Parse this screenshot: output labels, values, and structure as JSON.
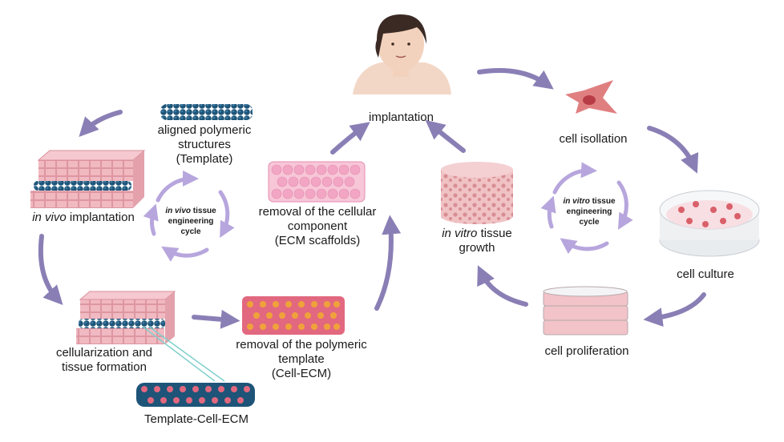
{
  "colors": {
    "arrow": "#8a7fb5",
    "cycle_arrow": "#b7a6dd",
    "tissue_pink": "#f1b9c1",
    "tissue_edge": "#d98e9b",
    "polymer_blue": "#1e5478",
    "ecm_pink": "#f2a6c3",
    "cell_red": "#d9606a",
    "orange_dot": "#f0a23a"
  },
  "labels": {
    "implantation": "implantation",
    "cell_isolation": "cell isollation",
    "cell_culture": "cell culture",
    "cell_proliferation": "cell proliferation",
    "in_vitro_growth_italic": "in vitro",
    "in_vitro_growth_rest": " tissue",
    "in_vitro_growth_line2": "growth",
    "removal_cellular_line1": "removal of the cellular",
    "removal_cellular_line2": "component",
    "removal_cellular_line3": "(ECM scaffolds)",
    "removal_polymeric_line1": "removal of the polymeric",
    "removal_polymeric_line2": "template",
    "removal_polymeric_line3": "(Cell-ECM)",
    "template_cell_ecm": "Template-Cell-ECM",
    "cellularization_line1": "cellularization and",
    "cellularization_line2": "tissue formation",
    "in_vivo_impl_italic": "in vivo",
    "in_vivo_impl_rest": "  implantation",
    "aligned_line1": "aligned polymeric",
    "aligned_line2": "structures",
    "aligned_line3": "(Template)"
  },
  "cycles": {
    "in_vivo_italic": "in vivo",
    "in_vivo_rest": " tissue",
    "in_vivo_line2": "engineering",
    "in_vivo_line3": "cycle",
    "in_vitro_italic": "in vitro",
    "in_vitro_rest": " tissue",
    "in_vitro_line2": "engineering",
    "in_vitro_line3": "cycle"
  }
}
